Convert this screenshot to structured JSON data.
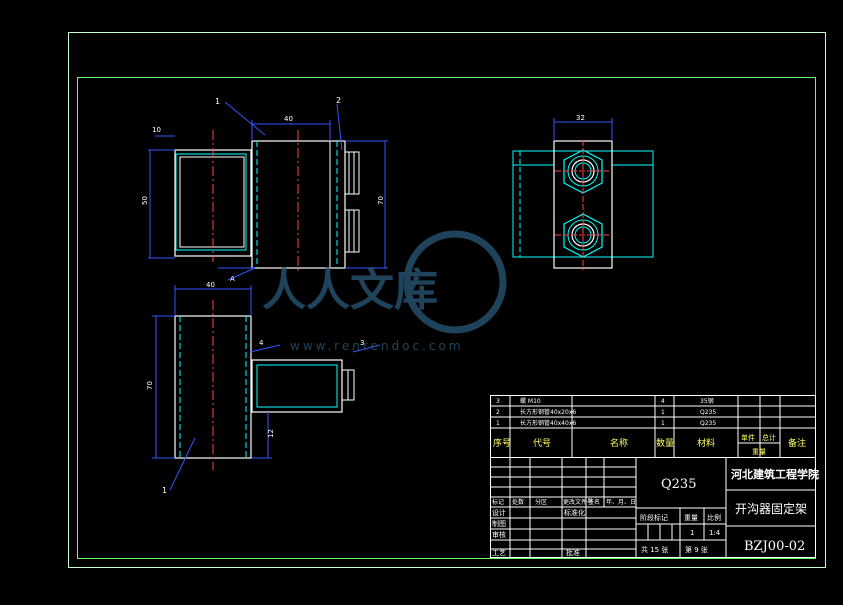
{
  "watermark": {
    "text": "人人文库",
    "url": "www.renrendoc.com"
  },
  "views": {
    "front": {
      "dims": {
        "width": "40",
        "height_left": "50",
        "height_right": "70",
        "small": "10"
      },
      "balloons": [
        "1",
        "2"
      ],
      "section": "A"
    },
    "top": {
      "dims": {
        "width": "32"
      }
    },
    "side": {
      "dims": {
        "width": "40",
        "height": "70",
        "small": "12"
      },
      "balloons": [
        "1",
        "4",
        "3"
      ]
    }
  },
  "parts_list": {
    "rows": [
      {
        "no": "3",
        "code": "",
        "name": "螺 M10",
        "qty": "4",
        "material": "35钢",
        "unit": "",
        "total": "",
        "note": ""
      },
      {
        "no": "2",
        "code": "",
        "name": "长方形钢管40x20x6",
        "qty": "1",
        "material": "Q235",
        "unit": "",
        "total": "",
        "note": ""
      },
      {
        "no": "1",
        "code": "",
        "name": "长方形钢管40x40x6",
        "qty": "1",
        "material": "Q235",
        "unit": "",
        "total": "",
        "note": ""
      }
    ],
    "headers": {
      "no": "序号",
      "code": "代号",
      "name": "名称",
      "qty": "数量",
      "material": "材料",
      "unit": "单件",
      "total": "总计",
      "weight": "重量",
      "note": "备注"
    }
  },
  "title_block": {
    "material": "Q235",
    "school": "河北建筑工程学院",
    "drawing_name": "开沟器固定架",
    "drawing_no": "BZJ00-02",
    "change_row": [
      "标记",
      "处数",
      "分区",
      "更改文件号",
      "签名",
      "年、月、日"
    ],
    "design": "设计",
    "standardize": "标准化",
    "drawn": "制图",
    "check": "审核",
    "process": "工艺",
    "approve": "批准",
    "stage_label": "阶段标记",
    "weight_label": "重量",
    "scale_label": "比例",
    "weight_value": "1",
    "scale_value": "1:4",
    "sheets_total": "共 15 张",
    "sheet_no": "第 9 张"
  }
}
